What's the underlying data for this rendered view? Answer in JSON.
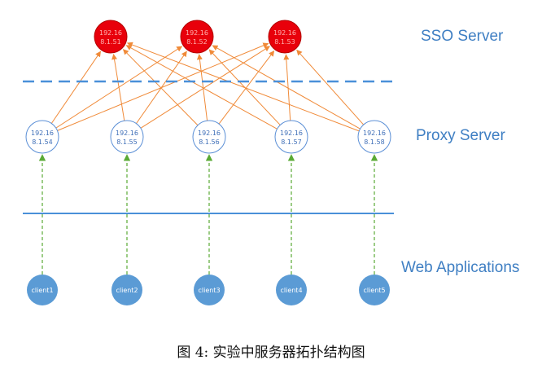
{
  "tiers": {
    "sso": "SSO Server",
    "proxy": "Proxy Server",
    "web": "Web Applications"
  },
  "sso_servers": [
    {
      "line1": "192.16",
      "line2": "8.1.51"
    },
    {
      "line1": "192.16",
      "line2": "8.1.52"
    },
    {
      "line1": "192.16",
      "line2": "8.1.53"
    }
  ],
  "proxy_servers": [
    {
      "line1": "192.16",
      "line2": "8.1.54"
    },
    {
      "line1": "192.16",
      "line2": "8.1.55"
    },
    {
      "line1": "192.16",
      "line2": "8.1.56"
    },
    {
      "line1": "192.16",
      "line2": "8.1.57"
    },
    {
      "line1": "192.16",
      "line2": "8.1.58"
    }
  ],
  "clients": [
    "client1",
    "client2",
    "client3",
    "client4",
    "client5"
  ],
  "caption": "图 4: 实验中服务器拓扑结构图",
  "colors": {
    "sso_fill": "#e8000b",
    "sso_stroke": "#b30000",
    "proxy_stroke": "#5b8fd6",
    "client_fill": "#5b9bd5",
    "orange_link": "#f08a38",
    "green_link": "#5aaa35",
    "dashed_sep": "#4a90d9",
    "solid_sep": "#4a90d9"
  }
}
